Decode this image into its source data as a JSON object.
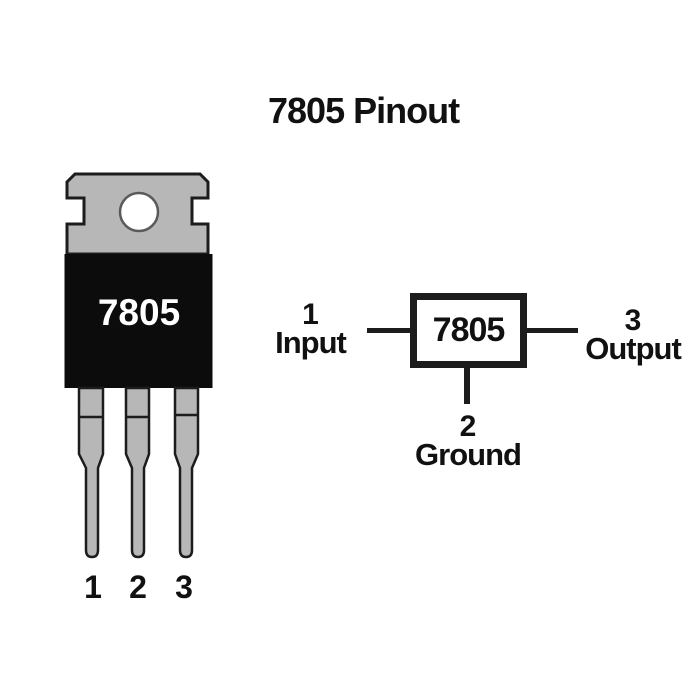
{
  "title": "7805 Pinout",
  "package": {
    "marking": "7805",
    "pin_numbers": [
      "1",
      "2",
      "3"
    ]
  },
  "schematic": {
    "chip_label": "7805",
    "left_pin": {
      "number": "1",
      "name": "Input"
    },
    "bottom_pin": {
      "number": "2",
      "name": "Ground"
    },
    "right_pin": {
      "number": "3",
      "name": "Output"
    }
  },
  "colors": {
    "background": "#ffffff",
    "package_gray": "#b7b7b7",
    "package_black": "#0c0c0c",
    "outline": "#1c1c1c",
    "text": "#111111",
    "hole_ring": "#5a5a5a"
  }
}
